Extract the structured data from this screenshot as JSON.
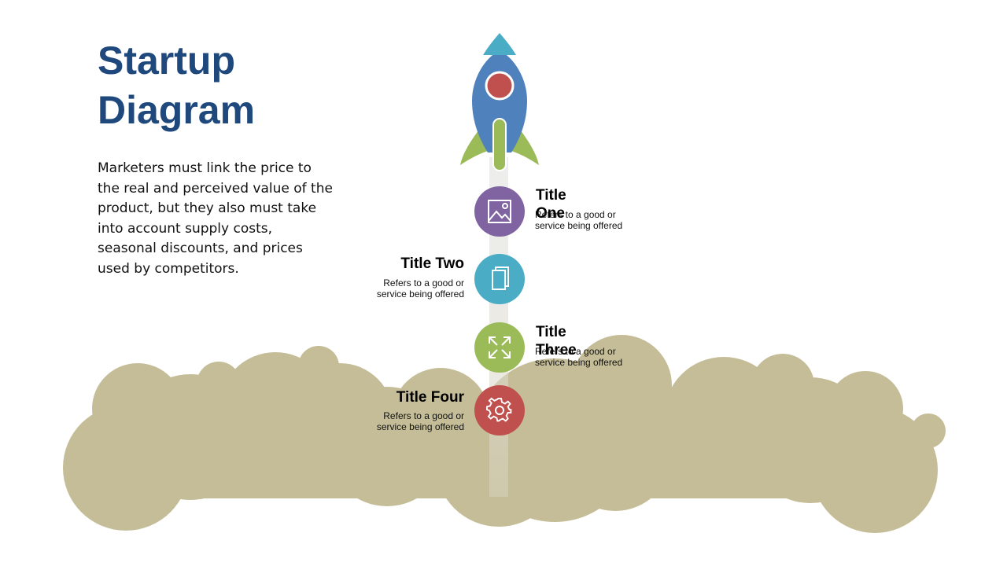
{
  "slide": {
    "title": "Startup\nDiagram",
    "body": "Marketers must link the price to the real and perceived  value of the product, but they also must take into account supply costs, seasonal discounts, and prices used by competitors."
  },
  "colors": {
    "title": "#1f497d",
    "cloud": "#c4bd97",
    "rocket_body": "#4f81bd",
    "rocket_tip": "#4bacc6",
    "rocket_window": "#c0504d",
    "rocket_fins": "#9bbb59"
  },
  "steps": [
    {
      "title": "Title One",
      "desc": "Refers to a good or service being offered",
      "color": "#8064a2",
      "icon": "image-icon",
      "side": "right"
    },
    {
      "title": "Title Two",
      "desc": "Refers to a good or service being offered",
      "color": "#4bacc6",
      "icon": "copy-icon",
      "side": "left"
    },
    {
      "title": "Title Three",
      "desc": "Refers to a good or service being offered",
      "color": "#9bbb59",
      "icon": "expand-icon",
      "side": "right"
    },
    {
      "title": "Title Four",
      "desc": "Refers to a good or service being offered",
      "color": "#c0504d",
      "icon": "gear-icon",
      "side": "left"
    }
  ]
}
